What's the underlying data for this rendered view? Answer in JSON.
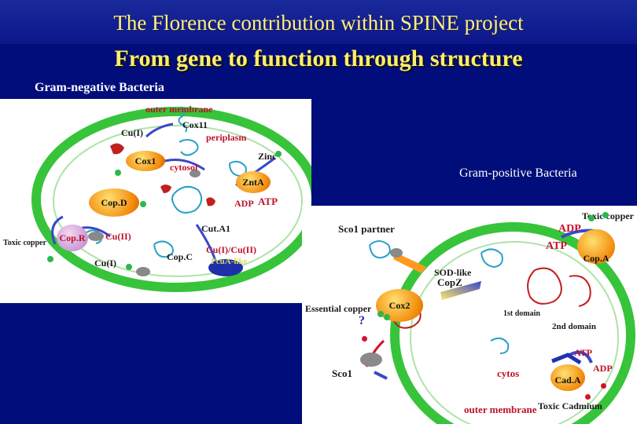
{
  "header": {
    "title": "The Florence contribution within SPINE project",
    "subtitle": "From gene to function through structure"
  },
  "negative": {
    "heading": "Gram-negative Bacteria",
    "labels": {
      "outer_membrane": "outer membrane",
      "cu1_top": "Cu(I)",
      "cox11": "Cox11",
      "periplasm": "periplasm",
      "cox1": "Cox1",
      "cytosol": "cytosol",
      "zinc": "Zinc",
      "znta": "ZntA",
      "adp": "ADP",
      "atp": "ATP",
      "copd": "Cop.D",
      "copr": "Cop.R",
      "cu2": "Cu(II)",
      "cu1_bottom": "Cu(I)",
      "toxic_copper": "Toxic copper",
      "cuta1": "Cut.A1",
      "copc": "Cop.C",
      "cu1cu2": "Cu(I)/Cu(II)",
      "pcu_like": "PcuA-like"
    }
  },
  "positive": {
    "heading": "Gram-positive Bacteria",
    "labels": {
      "toxic_copper": "Toxic copper",
      "sco1_partner": "Sco1 partner",
      "adp_top": "ADP",
      "atp_top": "ATP",
      "copa": "Cop.A",
      "sod_like": "SOD-like",
      "copz": "CopZ",
      "cox2": "Cox2",
      "essential_copper": "Essential copper",
      "question": "?",
      "domain1": "1st domain",
      "domain2": "2nd domain",
      "atp_bottom": "ATP",
      "adp_bottom": "ADP",
      "sco1": "Sco1",
      "cytosol": "cytos",
      "cada": "Cad.A",
      "outer_membrane": "outer membrane",
      "toxic_cadmium": "Toxic Cadmium"
    }
  },
  "colors": {
    "background": "#000d7a",
    "membrane": "#37c43a",
    "title": "#ffee66",
    "label_red": "#c0102a"
  }
}
